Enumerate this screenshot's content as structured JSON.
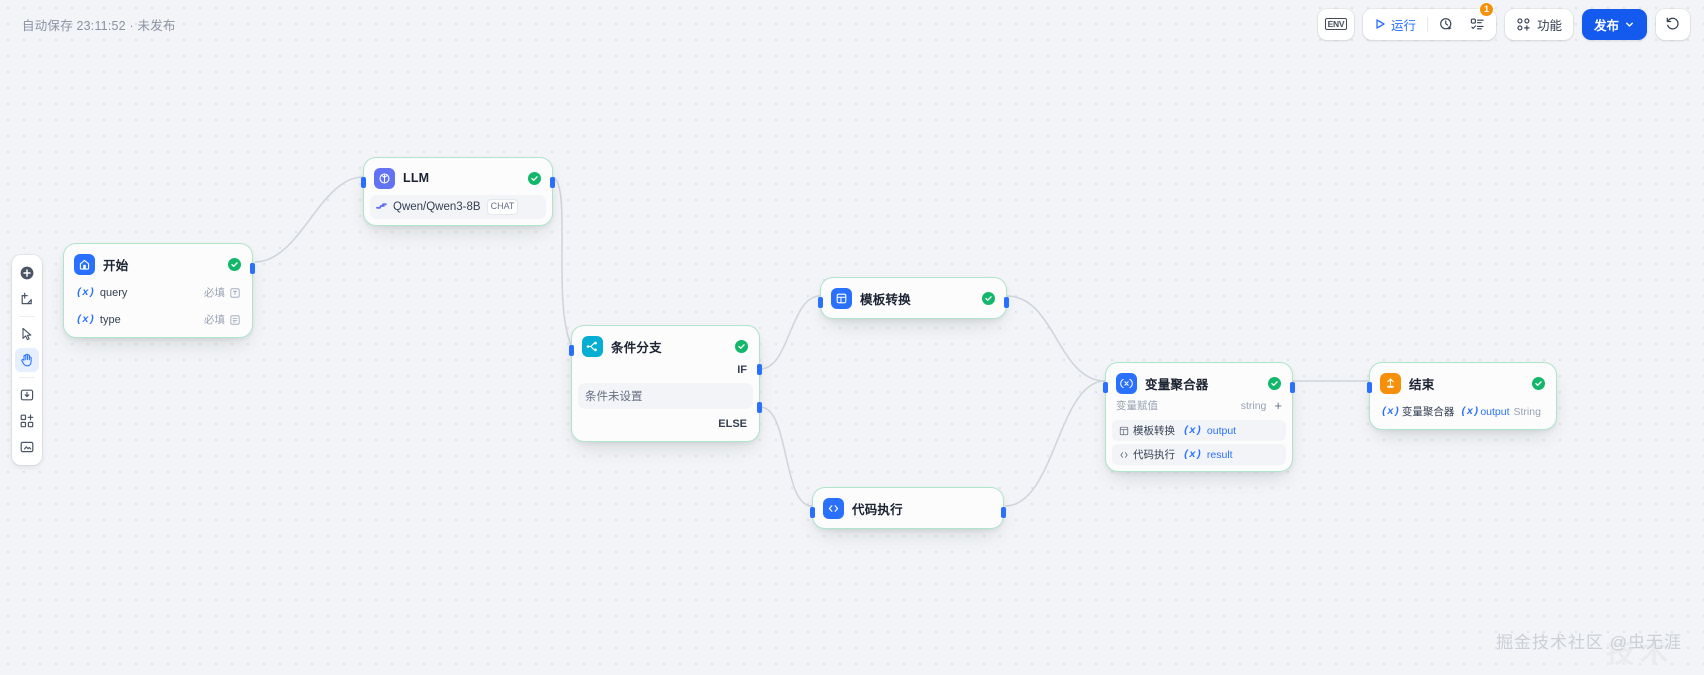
{
  "topbar": {
    "autosave": "自动保存 23:11:52 · 未发布",
    "env_label": "ENV",
    "run_label": "运行",
    "badge_count": "1",
    "features_label": "功能",
    "publish_label": "发布",
    "icons": {
      "env": "env-icon",
      "run": "play-icon",
      "history_clock": "clock-run-icon",
      "checklist": "checklist-icon",
      "features": "features-icon",
      "publish_chevron": "chevron-down-icon",
      "history": "history-revert-icon"
    }
  },
  "rail": {
    "items": [
      {
        "name": "add-node-tool",
        "icon": "plus-circle-icon"
      },
      {
        "name": "add-note-tool",
        "icon": "sticky-note-plus-icon"
      },
      {
        "name": "pointer-tool",
        "icon": "cursor-arrow-icon"
      },
      {
        "name": "hand-tool",
        "icon": "hand-icon",
        "active": true
      },
      {
        "name": "import-dsl-tool",
        "icon": "import-box-icon"
      },
      {
        "name": "organize-blocks-tool",
        "icon": "blocks-grid-icon"
      },
      {
        "name": "export-image-tool",
        "icon": "export-frame-icon"
      }
    ]
  },
  "nodes": {
    "start": {
      "title": "开始",
      "icon": "home-start-icon",
      "icon_color": "#2970ff",
      "status": "success",
      "vars": [
        {
          "name": "query",
          "prefix": "(x)",
          "required_label": "必填",
          "type_icon": "text-type-icon"
        },
        {
          "name": "type",
          "prefix": "(x)",
          "required_label": "必填",
          "type_icon": "select-type-icon"
        }
      ]
    },
    "llm": {
      "title": "LLM",
      "icon": "llm-icon",
      "icon_color": "#6172f3",
      "status": "success",
      "model": "Qwen/Qwen3-8B",
      "model_tag": "CHAT",
      "model_icon": "provider-icon"
    },
    "condition": {
      "title": "条件分支",
      "icon": "branch-icon",
      "icon_color": "#06aed4",
      "status": "success",
      "if_label": "IF",
      "condition_text": "条件未设置",
      "else_label": "ELSE"
    },
    "template": {
      "title": "模板转换",
      "icon": "template-icon",
      "icon_color": "#2970ff",
      "status": "success"
    },
    "code": {
      "title": "代码执行",
      "icon": "code-icon",
      "icon_color": "#2970ff",
      "status": "none"
    },
    "aggregator": {
      "title": "变量聚合器",
      "icon": "variable-x-icon",
      "icon_color": "#2970ff",
      "status": "success",
      "section_label": "变量赋值",
      "output_type": "string",
      "add_label": "+",
      "items": [
        {
          "source": "模板转换",
          "source_icon": "template-icon",
          "var_prefix": "(x)",
          "var": "output"
        },
        {
          "source": "代码执行",
          "source_icon": "code-icon",
          "var_prefix": "(x)",
          "var": "result"
        }
      ]
    },
    "end": {
      "title": "结束",
      "icon": "end-icon",
      "icon_color": "#f79009",
      "status": "success",
      "var_prefix": "(x)",
      "var_source": "变量聚合器",
      "var_prefix2": "(x)",
      "var_name": "output",
      "var_type": "String"
    }
  },
  "watermark": {
    "text": "掘金技术社区 @虫无涯"
  }
}
